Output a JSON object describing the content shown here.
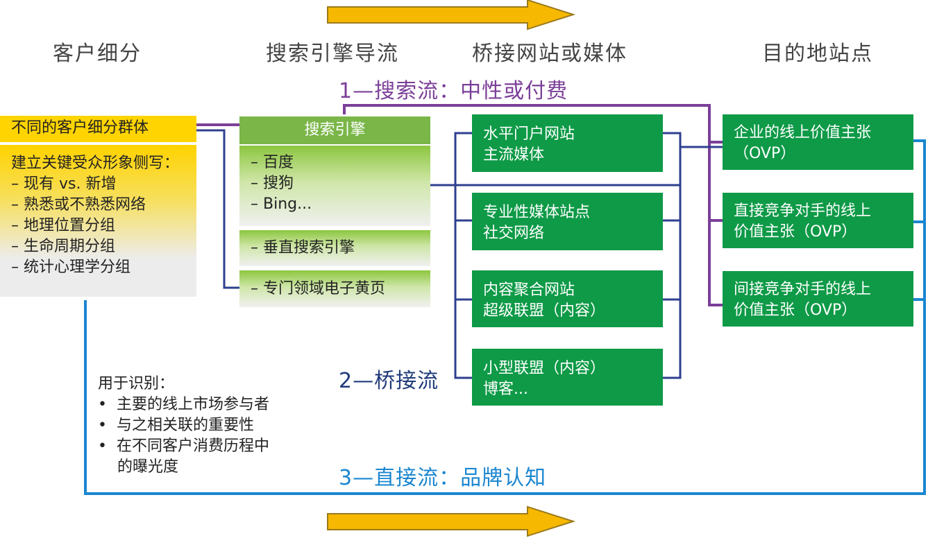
{
  "columns": {
    "segments": "客户细分",
    "search": "搜索引擎导流",
    "bridge": "桥接网站或媒体",
    "dest": "目的地站点"
  },
  "flows": {
    "f1": "1—搜索流：中性或付费",
    "f2": "2—桥接流",
    "f3": "3—直接流：品牌认知"
  },
  "segment_box": {
    "title": "不同的客户细分群体",
    "heading": "建立关键受众形象侧写：",
    "items": [
      "– 现有 vs. 新增",
      "– 熟悉或不熟悉网络",
      "– 地理位置分组",
      "– 生命周期分组",
      "– 统计心理学分组"
    ]
  },
  "search_engine": {
    "title": "搜索引擎",
    "general": [
      "– 百度",
      "– 搜狗",
      "– Bing..."
    ],
    "vertical": "– 垂直搜索引擎",
    "yellow_pages": "– 专门领域电子黄页"
  },
  "bridge_sites": [
    [
      "水平门户网站",
      "主流媒体"
    ],
    [
      "专业性媒体站点",
      "社交网络"
    ],
    [
      "内容聚合网站",
      "超级联盟（内容）"
    ],
    [
      "小型联盟（内容）",
      "博客..."
    ]
  ],
  "destinations": [
    [
      "企业的线上价值主张",
      "（OVP）"
    ],
    [
      "直接竞争对手的线上",
      "价值主张（OVP）"
    ],
    [
      "间接竞争对手的线上",
      "价值主张（OVP）"
    ]
  ],
  "notes": {
    "heading": "用于识别：",
    "items": [
      "•  主要的线上市场参与者",
      "•  与之相关联的重要性",
      "•  在不同客户消费历程中",
      "    的曝光度"
    ]
  },
  "colors": {
    "purple": "#7b3f98",
    "navy": "#2e3f8f",
    "blue": "#1a86d0",
    "green": "#0e9a47",
    "arrow": "#f6b800"
  },
  "icons": [
    "arrow-right-icon"
  ]
}
